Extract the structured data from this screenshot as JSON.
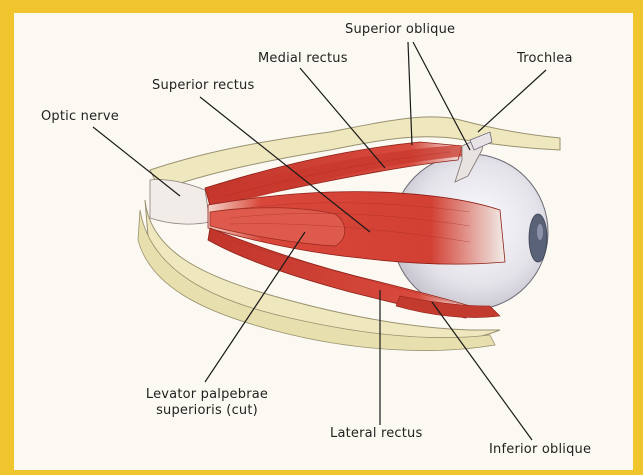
{
  "labels": {
    "superior_oblique": "Superior oblique",
    "medial_rectus": "Medial rectus",
    "trochlea": "Trochlea",
    "superior_rectus": "Superior rectus",
    "optic_nerve": "Optic nerve",
    "levator_line1": "Levator palpebrae",
    "levator_line2": "superioris (cut)",
    "lateral_rectus": "Lateral rectus",
    "inferior_oblique": "Inferior oblique"
  },
  "colors": {
    "frame": "#f0c52e",
    "background": "#fbf9f1",
    "bone": "#efe8bf",
    "bone_shadow": "#d9cf99",
    "muscle": "#d7463a",
    "muscle_light": "#ea8a78",
    "muscle_dark": "#a9271f",
    "sclera": "#eceaf0",
    "tendon": "#f4f1f3",
    "leader": "#1a1a1a"
  }
}
